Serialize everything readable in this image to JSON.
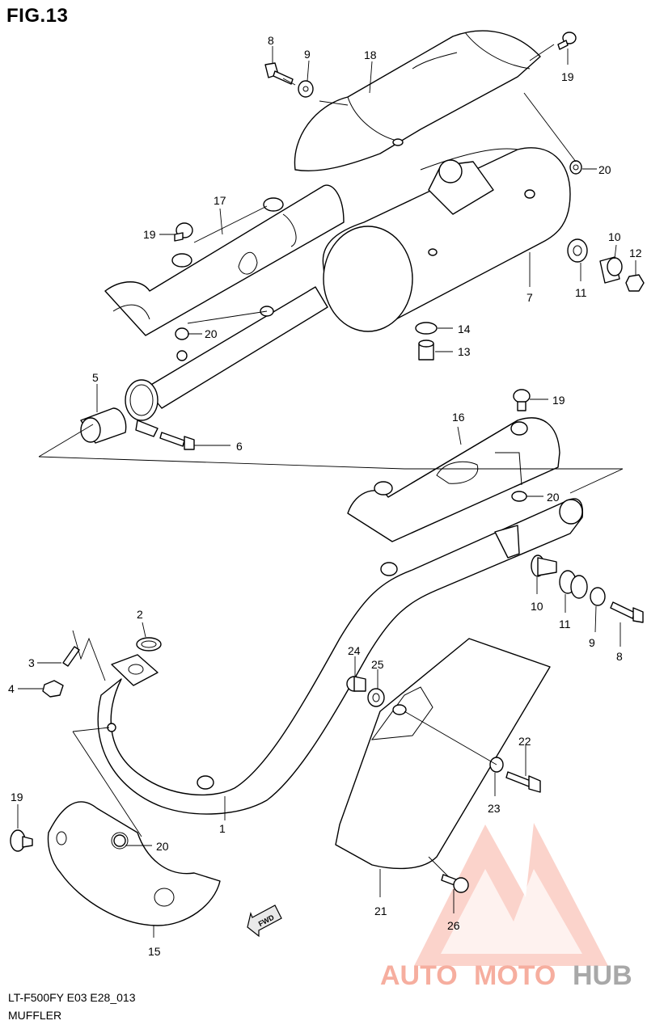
{
  "figure": {
    "title": "FIG.13",
    "code": "LT-F500FY E03 E28_013",
    "name": "MUFFLER"
  },
  "callouts": {
    "c1": "1",
    "c2": "2",
    "c3": "3",
    "c4": "4",
    "c5": "5",
    "c6": "6",
    "c7": "7",
    "c8a": "8",
    "c8b": "8",
    "c9a": "9",
    "c9b": "9",
    "c10a": "10",
    "c10b": "10",
    "c11a": "11",
    "c11b": "11",
    "c12": "12",
    "c13": "13",
    "c14": "14",
    "c15": "15",
    "c16": "16",
    "c17": "17",
    "c18": "18",
    "c19a": "19",
    "c19b": "19",
    "c19c": "19",
    "c19d": "19",
    "c20a": "20",
    "c20b": "20",
    "c20c": "20",
    "c20d": "20",
    "c21": "21",
    "c22": "22",
    "c23": "23",
    "c24": "24",
    "c25": "25",
    "c26": "26"
  },
  "fwd_label": "FWD",
  "watermark": {
    "text_part1": "AUTO",
    "text_part2": "MOTO",
    "text_part3": "HUB",
    "color_primary": "#f5a08f",
    "color_secondary": "#9a9a9a"
  }
}
